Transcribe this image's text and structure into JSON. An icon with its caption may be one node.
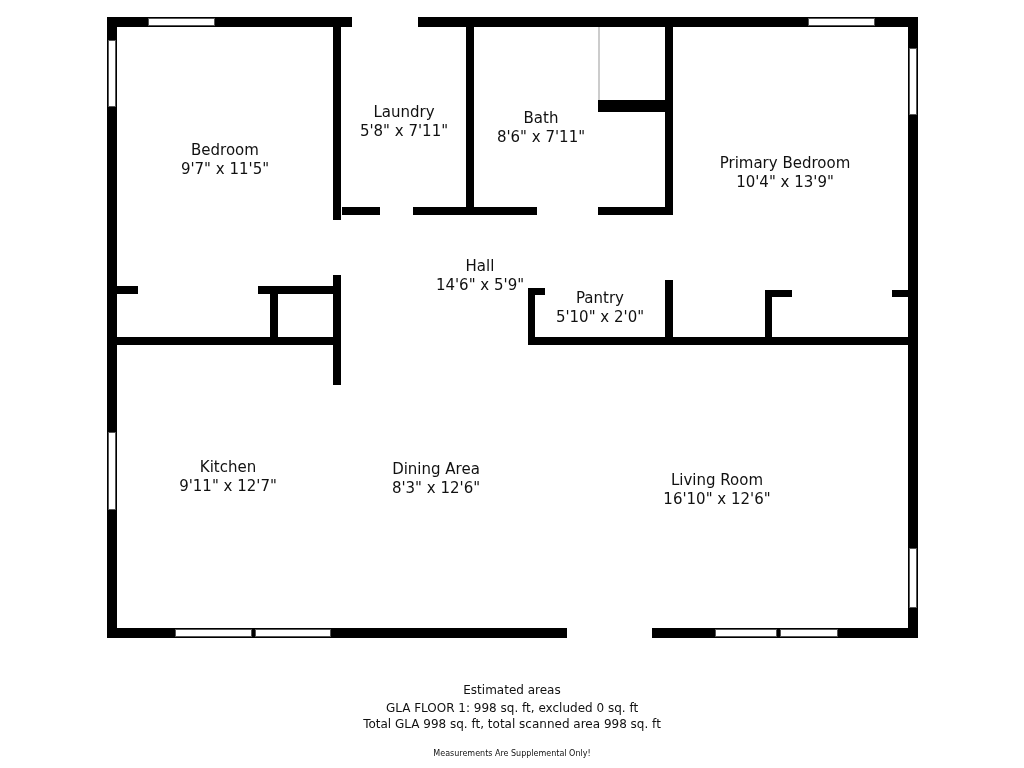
{
  "diagram": {
    "nodes": [
      {
        "text": [
          "Bedroom",
          "9'7\" x 11'5\""
        ]
      },
      {
        "text": [
          "Laundry",
          "5'8\" x 7'11\""
        ]
      },
      {
        "text": [
          "Bath",
          "8'6\" x 7'11\""
        ]
      },
      {
        "text": [
          "Primary Bedroom",
          "10'4\" x 13'9\""
        ]
      },
      {
        "text": [
          "Hall",
          "14'6\" x 5'9\""
        ]
      },
      {
        "text": [
          "Pantry",
          "5'10\" x 2'0\""
        ]
      },
      {
        "text": [
          "Kitchen",
          "9'11\" x 12'7\""
        ]
      },
      {
        "text": [
          "Dining Area",
          "8'3\" x 12'6\""
        ]
      },
      {
        "text": [
          "Living Room",
          "16'10\" x 12'6\""
        ]
      }
    ],
    "edges": [],
    "labels": [
      "Estimated areas",
      "GLA FLOOR 1: 998 sq. ft, excluded 0 sq. ft",
      "Total GLA 998 sq. ft, total scanned area 998 sq. ft",
      "Measurements Are Supplemental Only!"
    ]
  }
}
